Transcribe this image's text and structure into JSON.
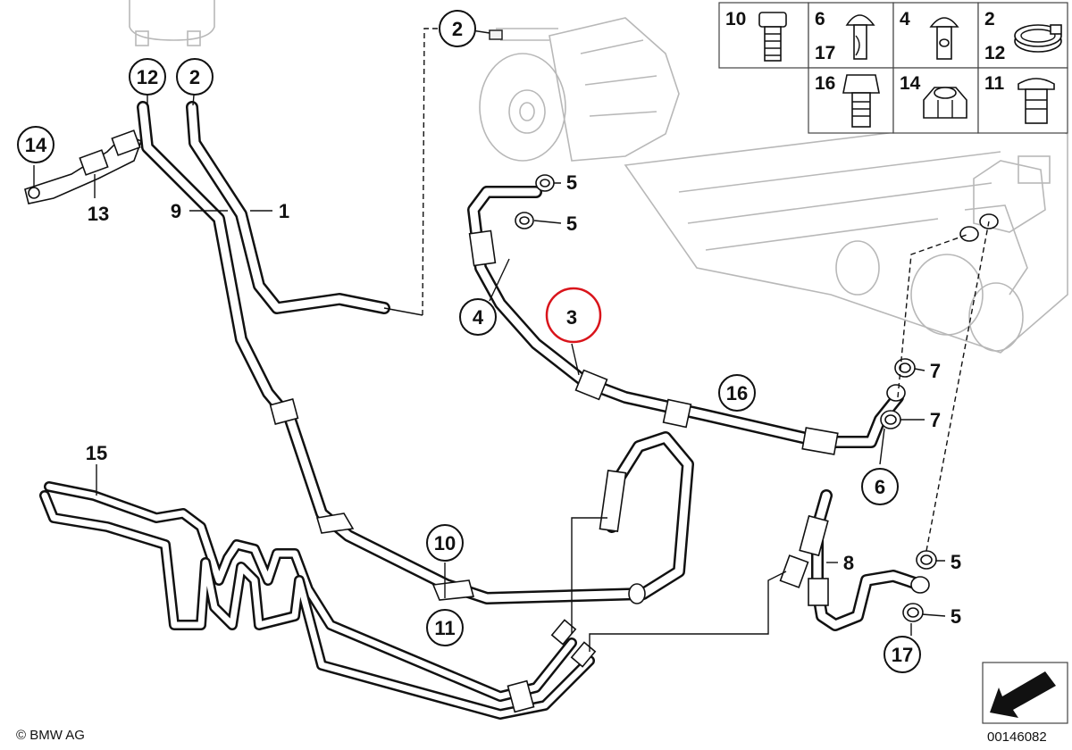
{
  "labels": {
    "l1": "1",
    "l2a": "2",
    "l2b": "2",
    "l3": "3",
    "l4": "4",
    "l5a": "5",
    "l5b": "5",
    "l5c": "5",
    "l5d": "5",
    "l6": "6",
    "l7a": "7",
    "l7b": "7",
    "l8": "8",
    "l9": "9",
    "l10": "10",
    "l11": "11",
    "l12": "12",
    "l13": "13",
    "l14": "14",
    "l15": "15",
    "l16": "16",
    "l17": "17"
  },
  "legend": {
    "c1": "10",
    "c2a": "6",
    "c2b": "17",
    "c3": "4",
    "c4a": "2",
    "c4b": "12",
    "c5": "16",
    "c6": "14",
    "c7": "11"
  },
  "footer": {
    "copyright": "© BMW AG",
    "diagram_number": "00146082"
  },
  "colors": {
    "line": "#111111",
    "highlight": "#d9141b",
    "ghost_component": "#b8b8b8"
  }
}
